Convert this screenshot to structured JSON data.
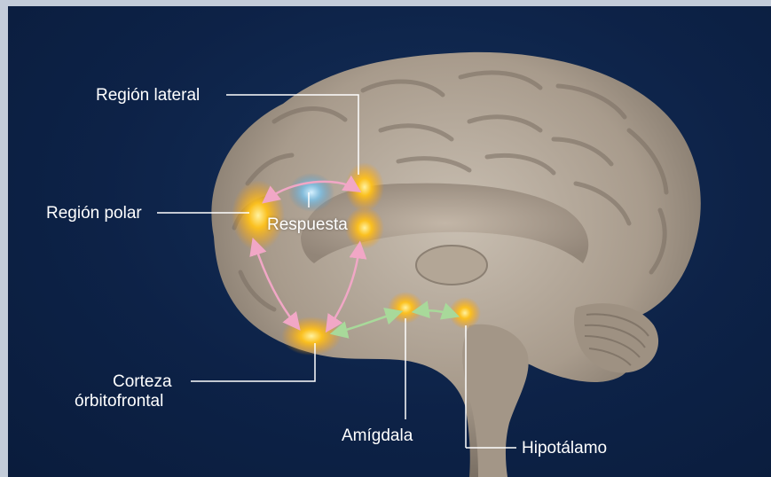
{
  "labels": {
    "lateral": "Región lateral",
    "polar": "Región polar",
    "response": "Respuesta",
    "orbitofrontal_line1": "Corteza",
    "orbitofrontal_line2": "órbitofrontal",
    "amygdala": "Amígdala",
    "hypothalamus": "Hipotálamo"
  },
  "colors": {
    "background": "#0d2247",
    "highlight": "#ffb400",
    "pink_arrow": "#f1a7c6",
    "green_arrow": "#a8d99a",
    "leader_line": "#ffffff"
  }
}
